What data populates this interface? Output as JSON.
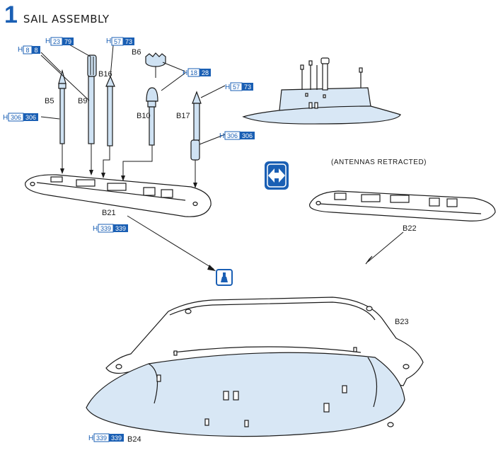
{
  "step": {
    "number": "1",
    "title": "SAIL ASSEMBLY"
  },
  "captions": {
    "antennas_retracted": "(ANTENNAS RETRACTED)"
  },
  "labels": {
    "b5": "B5",
    "b6": "B6",
    "b9": "B9",
    "b10": "B10",
    "b16": "B16",
    "b17": "B17",
    "b21": "B21",
    "b22": "B22",
    "b23": "B23",
    "b24": "B24"
  },
  "paint_codes": {
    "h8": {
      "prefix": "H",
      "a": "8",
      "b": "8"
    },
    "h23": {
      "prefix": "H",
      "a": "23",
      "b": "79"
    },
    "h57a": {
      "prefix": "H",
      "a": "57",
      "b": "73"
    },
    "h18": {
      "prefix": "H",
      "a": "18",
      "b": "28"
    },
    "h57b": {
      "prefix": "H",
      "a": "57",
      "b": "73"
    },
    "h306a": {
      "prefix": "H",
      "a": "306",
      "b": "306"
    },
    "h306b": {
      "prefix": "H",
      "a": "306",
      "b": "306"
    },
    "h339a": {
      "prefix": "H",
      "a": "339",
      "b": "339"
    },
    "h339b": {
      "prefix": "H",
      "a": "339",
      "b": "339"
    }
  },
  "icons": {
    "alternative": "left-right-arrows-icon",
    "cement": "glue-tube-icon"
  },
  "colors": {
    "accent_blue": "#1a5fb4",
    "part_fill": "#cfe2f3",
    "ink": "#1a1a1a"
  }
}
